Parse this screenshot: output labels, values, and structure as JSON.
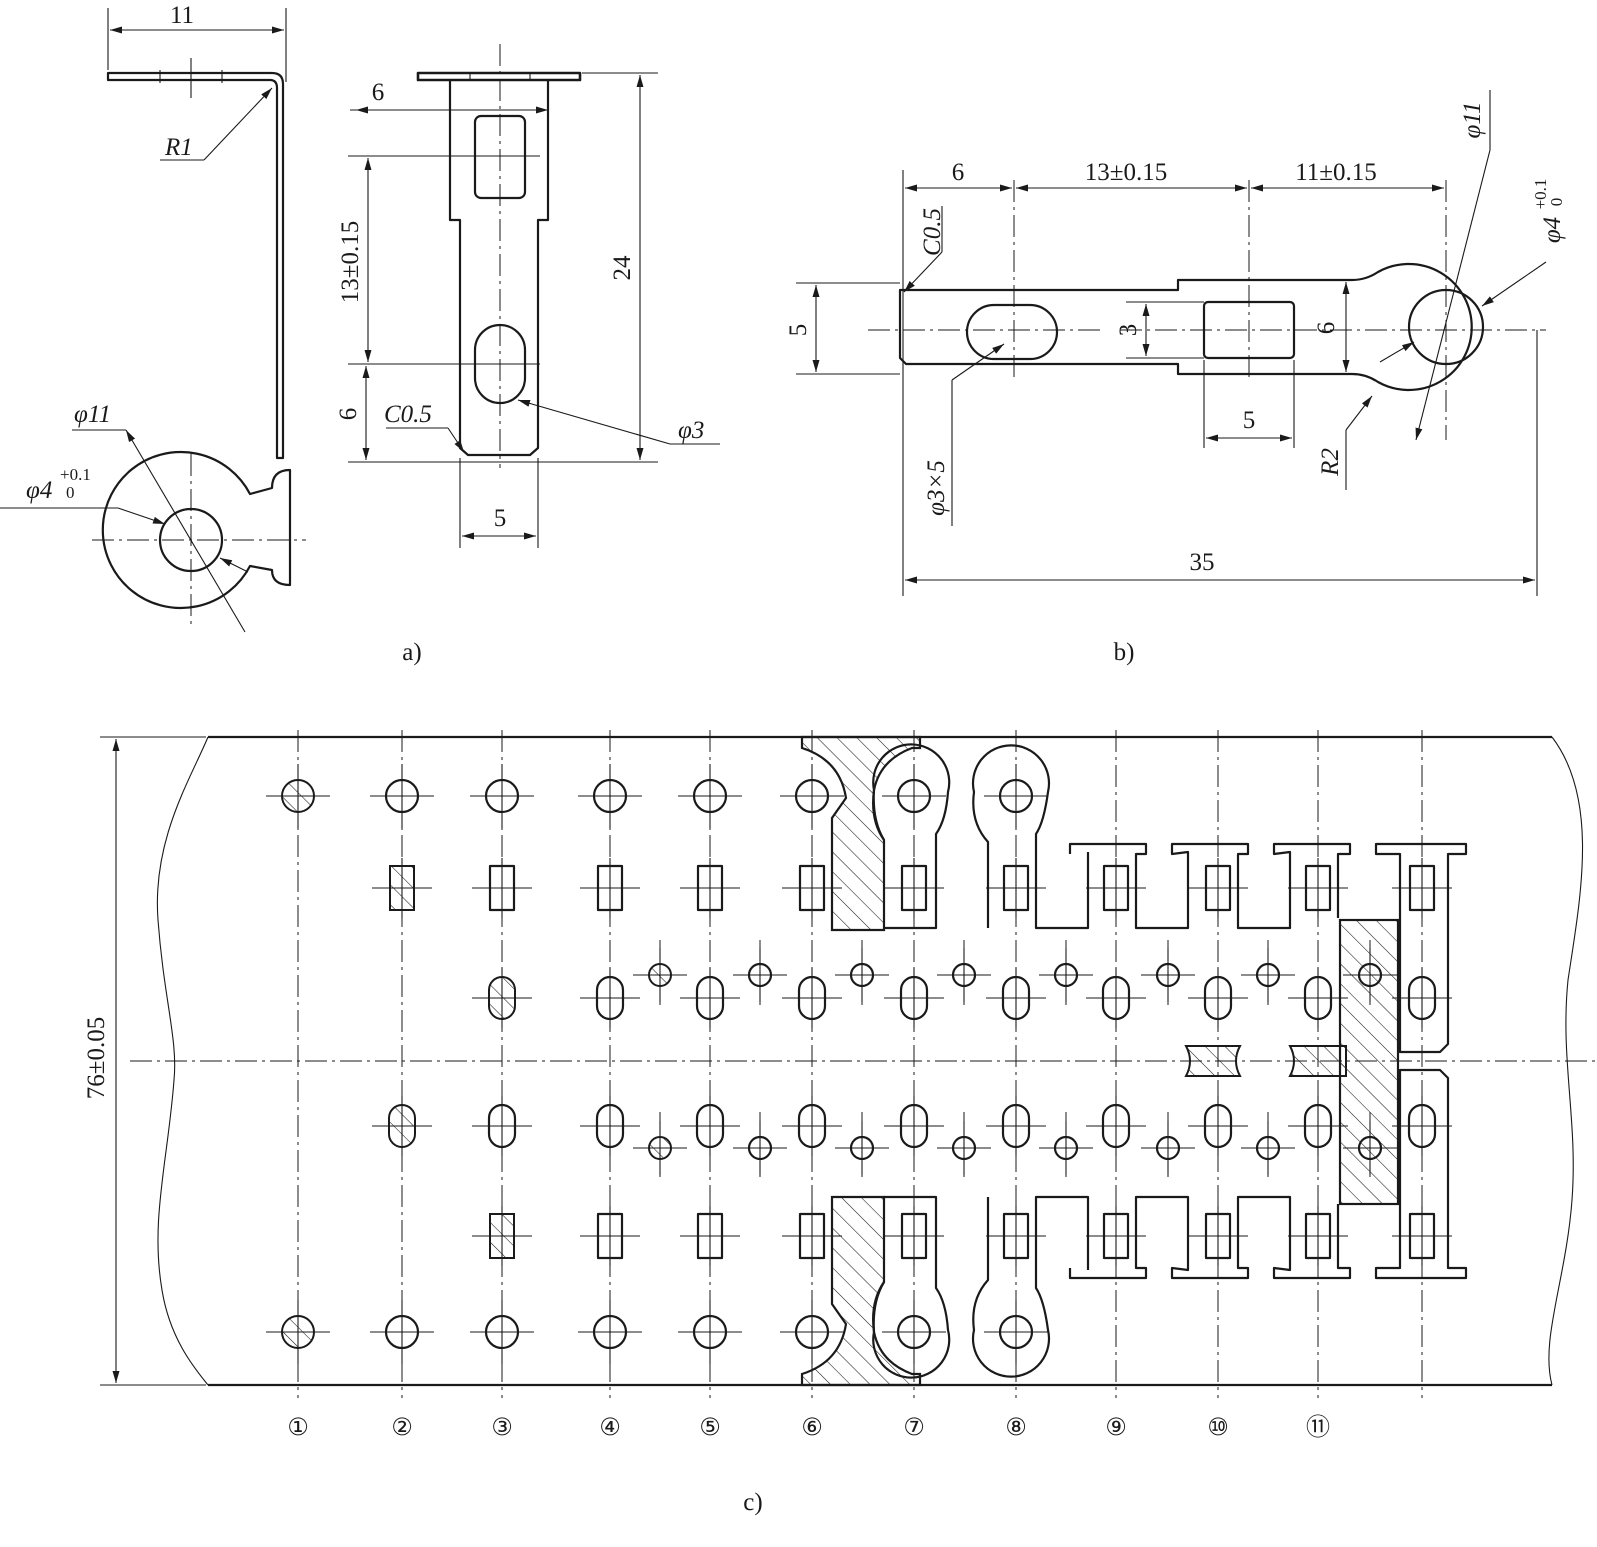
{
  "captions": {
    "a": "a)",
    "b": "b)",
    "c": "c)"
  },
  "view_a": {
    "dim_width": "11",
    "dim_bend_radius": "R1",
    "dim_tab": "6",
    "dim_pitch": "13±0.15",
    "dim_length": "24",
    "dim_end": "6",
    "dim_chamfer": "C0.5",
    "dim_slot": "φ3",
    "dim_strip_width": "5",
    "dim_ring_dia": "φ11",
    "dim_hole_dia": "φ4",
    "dim_hole_tol_upper": "+0.1",
    "dim_hole_tol_lower": "0"
  },
  "view_b": {
    "dim_tab": "6",
    "dim_pitch_1": "13±0.15",
    "dim_pitch_2": "11±0.15",
    "dim_ring_dia": "φ11",
    "dim_hole_dia": "φ4",
    "dim_hole_tol_upper": "+0.1",
    "dim_hole_tol_lower": "0",
    "dim_chamfer": "C0.5",
    "dim_height_left": "5",
    "dim_slot_height": "3",
    "dim_neck_height": "6",
    "dim_rect_width": "5",
    "dim_fillet": "R2",
    "dim_slot_size": "φ3×5",
    "dim_total_length": "35"
  },
  "view_c": {
    "dim_strip_width": "76±0.05",
    "stations": [
      "①",
      "②",
      "③",
      "④",
      "⑤",
      "⑥",
      "⑦",
      "⑧",
      "⑨",
      "⑩",
      "⑪"
    ]
  }
}
